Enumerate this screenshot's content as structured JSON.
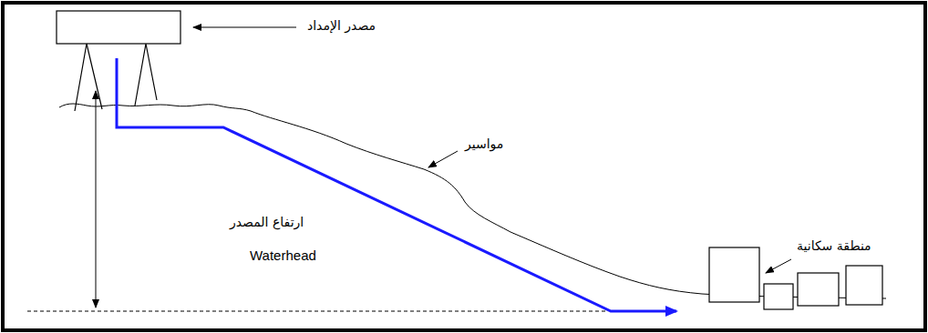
{
  "diagram": {
    "labels": [
      "مصدر الإمداد",
      "مواسير",
      "ارتفاع المصدر",
      "Waterhead",
      "منطقة سكانية"
    ]
  }
}
